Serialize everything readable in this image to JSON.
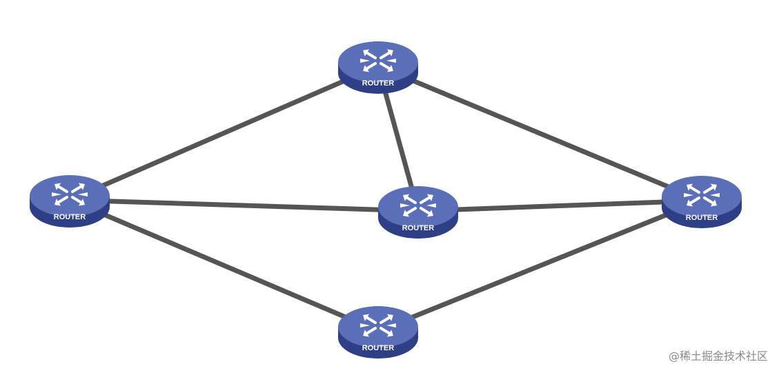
{
  "diagram": {
    "link_color": "#555555",
    "router_top_color": "#5b6fb8",
    "router_side_color": "#2f3f86",
    "router_icon_color": "#ffffff",
    "nodes": [
      {
        "id": "top",
        "label": "ROUTER"
      },
      {
        "id": "left",
        "label": "ROUTER"
      },
      {
        "id": "center",
        "label": "ROUTER"
      },
      {
        "id": "right",
        "label": "ROUTER"
      },
      {
        "id": "bottom",
        "label": "ROUTER"
      }
    ],
    "links": [
      {
        "from": "top",
        "to": "left"
      },
      {
        "from": "top",
        "to": "center"
      },
      {
        "from": "top",
        "to": "right"
      },
      {
        "from": "left",
        "to": "center"
      },
      {
        "from": "left",
        "to": "bottom"
      },
      {
        "from": "center",
        "to": "right"
      },
      {
        "from": "right",
        "to": "bottom"
      }
    ]
  },
  "watermark": {
    "text": "@稀土掘金技术社区"
  }
}
